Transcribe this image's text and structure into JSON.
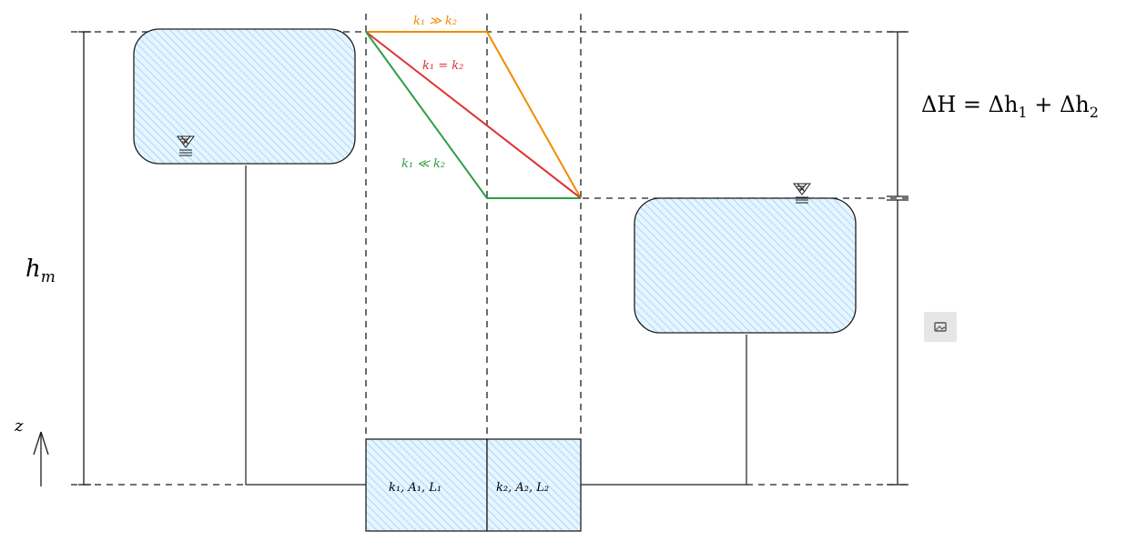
{
  "labels": {
    "hm_h": "h",
    "hm_sub": "m",
    "z": "z",
    "delta_H": "ΔH = Δh",
    "delta_H_sub1": "1",
    "delta_H_plus": " + Δh",
    "delta_H_sub2": "2",
    "k_much_greater": "k₁ ≫ k₂",
    "k_equal": "k₁ = k₂",
    "k_much_less": "k₁ ≪ k₂",
    "cell1": "k₁, A₁, L₁",
    "cell2": "k₂, A₂, L₂"
  },
  "colors": {
    "orange": "#f08c00",
    "red": "#e03131",
    "green": "#2f9e44",
    "fill": "#a5d8ff",
    "stroke": "#1e1e1e"
  },
  "icons": {
    "reservoir_marker": "water-level-marker-icon",
    "image_button": "image-icon"
  }
}
